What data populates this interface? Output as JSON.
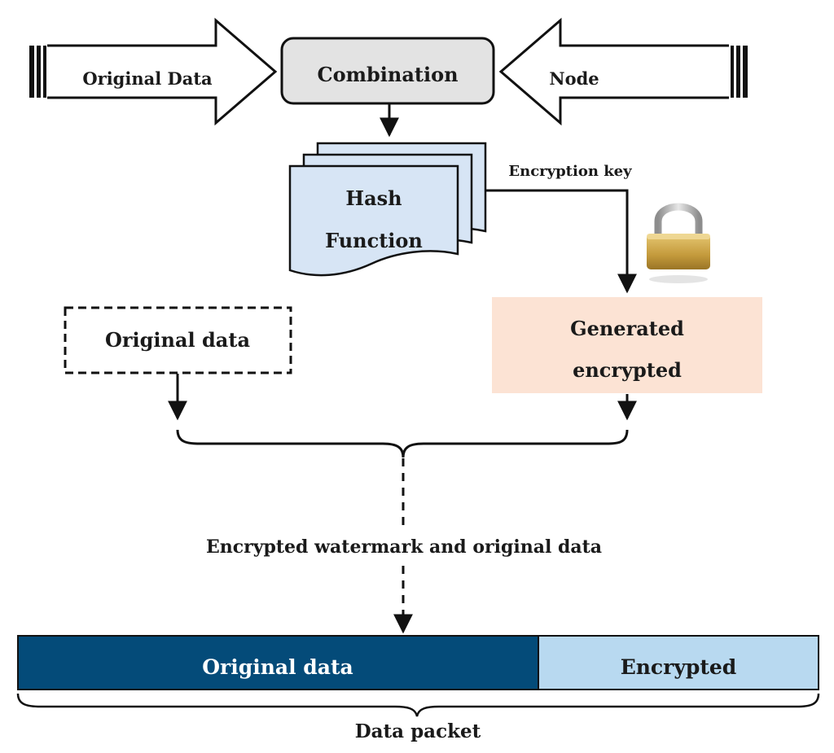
{
  "inputs": {
    "left_arrow_label": "Original Data",
    "right_arrow_label": "Node"
  },
  "combination": {
    "label": "Combination"
  },
  "hash": {
    "line1": "Hash",
    "line2": "Function"
  },
  "encryption_key_label": "Encryption key",
  "original_data_box": {
    "label": "Original data"
  },
  "generated_box": {
    "line1": "Generated",
    "line2": "encrypted"
  },
  "merge_label": "Encrypted watermark and original data",
  "packet": {
    "left_label": "Original data",
    "right_label": "Encrypted",
    "caption": "Data packet"
  },
  "colors": {
    "combination_fill": "#e3e3e3",
    "hash_fill": "#d7e5f5",
    "generated_fill": "#fce3d4",
    "packet_left_fill": "#044b79",
    "packet_right_fill": "#b8d9f0",
    "lock_body": "#caa44a",
    "lock_shackle": "#b9b9b9"
  },
  "icons": {
    "lock": "padlock-icon"
  }
}
